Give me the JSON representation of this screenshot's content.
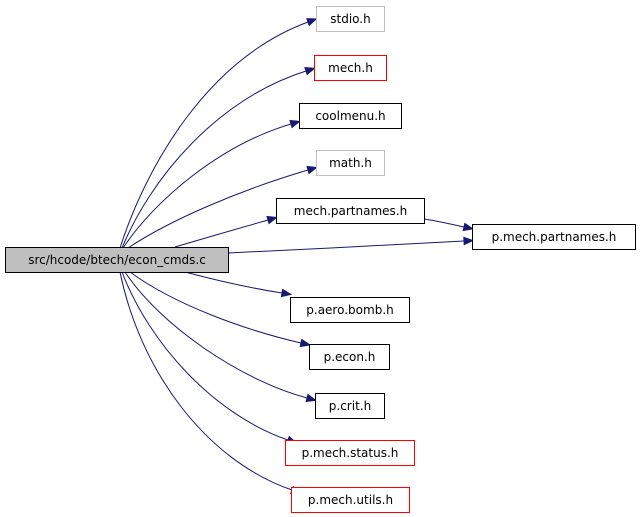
{
  "colors": {
    "edge": "#191970",
    "root_fill": "#bfbfbf",
    "border_black": "#000000",
    "border_gray": "#bfbfbf",
    "border_red": "#ff0000"
  },
  "root": {
    "id": "root",
    "label": "src/hcode/btech/econ_cmds.c",
    "border": "black",
    "fill": "gray"
  },
  "nodes": [
    {
      "id": "stdio",
      "label": "stdio.h",
      "border": "gray"
    },
    {
      "id": "mech",
      "label": "mech.h",
      "border": "red"
    },
    {
      "id": "coolmenu",
      "label": "coolmenu.h",
      "border": "black"
    },
    {
      "id": "math",
      "label": "math.h",
      "border": "gray"
    },
    {
      "id": "mech_partnames",
      "label": "mech.partnames.h",
      "border": "black"
    },
    {
      "id": "p_mech_partnames",
      "label": "p.mech.partnames.h",
      "border": "black"
    },
    {
      "id": "p_aero_bomb",
      "label": "p.aero.bomb.h",
      "border": "black"
    },
    {
      "id": "p_econ",
      "label": "p.econ.h",
      "border": "black"
    },
    {
      "id": "p_crit",
      "label": "p.crit.h",
      "border": "black"
    },
    {
      "id": "p_mech_status",
      "label": "p.mech.status.h",
      "border": "red"
    },
    {
      "id": "p_mech_utils",
      "label": "p.mech.utils.h",
      "border": "red"
    }
  ],
  "edges": [
    {
      "from": "root",
      "to": "stdio"
    },
    {
      "from": "root",
      "to": "mech"
    },
    {
      "from": "root",
      "to": "coolmenu"
    },
    {
      "from": "root",
      "to": "math"
    },
    {
      "from": "root",
      "to": "mech_partnames"
    },
    {
      "from": "root",
      "to": "p_mech_partnames"
    },
    {
      "from": "mech_partnames",
      "to": "p_mech_partnames"
    },
    {
      "from": "root",
      "to": "p_aero_bomb"
    },
    {
      "from": "root",
      "to": "p_econ"
    },
    {
      "from": "root",
      "to": "p_crit"
    },
    {
      "from": "root",
      "to": "p_mech_status"
    },
    {
      "from": "root",
      "to": "p_mech_utils"
    }
  ]
}
